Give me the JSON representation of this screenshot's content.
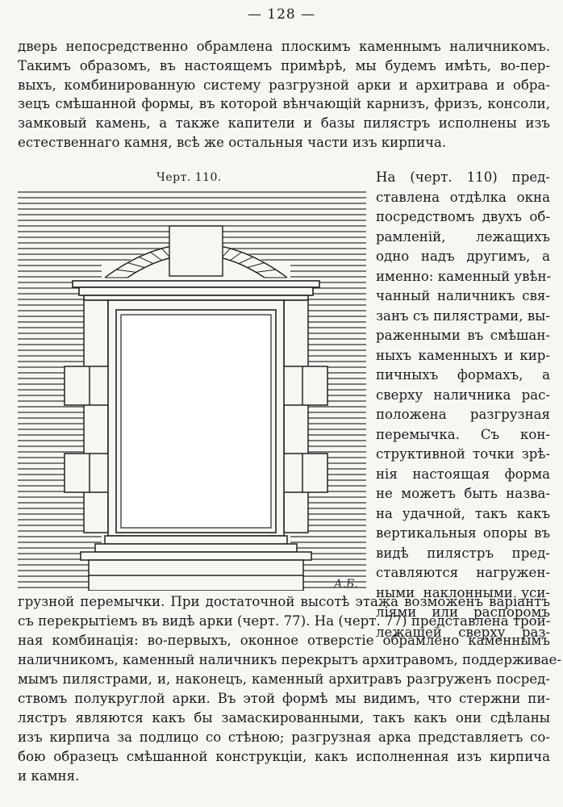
{
  "page_number": "— 128 —",
  "paragraph_top": [
    "дверь непосредственно обрамлена плоскимъ каменнымъ наличникомъ.",
    "Такимъ образомъ, въ настоящемъ примѣрѣ, мы будемъ имѣть, во-пер-",
    "выхъ, комбинированную систему разгрузной арки и архитрава и обра-",
    "зецъ смѣшанной формы, въ которой вѣнчающій карнизъ, фризъ, консоли,",
    "замковый камень, а также капители и базы пилястръ исполнены изъ",
    "естественнаго камня, всѣ же остальныя части изъ кирпича."
  ],
  "figure": {
    "caption": "Черт. 110.",
    "signature": "А.Б."
  },
  "paragraph_side": [
    "На (черт. 110) пред-",
    "ставлена отдѣлка окна",
    "посредствомъ двухъ об-",
    "рамленій, лежащихъ",
    "одно надъ другимъ, а",
    "именно: каменный увѣн-",
    "чанный наличникъ свя-",
    "занъ съ пилястрами, вы-",
    "раженными въ смѣшан-",
    "ныхъ каменныхъ и кир-",
    "пичныхъ формахъ, а",
    "сверху наличника рас-",
    "положена разгрузная",
    "перемычка. Съ кон-",
    "структивной точки зрѣ-",
    "нія настоящая форма",
    "не можетъ быть назва-",
    "на удачной, такъ какъ",
    "вертикальныя опоры въ",
    "видѣ пилястръ пред-",
    "ставляются нагружен-",
    "ными наклонными уси-",
    "ліями или распоромъ",
    "лежащей сверху раз-"
  ],
  "paragraph_bottom": [
    "грузной перемычки. При достаточной высотѣ этажа возможенъ варіантъ",
    "съ перекрытіемъ въ видѣ арки (черт. 77). На (черт. 77) представлена трой-",
    "ная комбинація: во-первыхъ, оконное отверстіе обрамлено каменнымъ",
    "наличникомъ, каменный наличникъ перекрытъ архитравомъ, поддерживае-",
    "мымъ пилястрами, и, наконецъ, каменный архитравъ разгруженъ посред-",
    "ствомъ полукруглой арки. Въ этой формѣ мы видимъ, что стержни пи-",
    "лястръ являются какъ бы замаскированными, такъ какъ они сдѣланы",
    "изъ кирпича за подлицо со стѣною; разгрузная арка представляетъ со-",
    "бою образецъ смѣшанной конструкціи, какъ исполненная изъ кирпича",
    "и камня."
  ]
}
